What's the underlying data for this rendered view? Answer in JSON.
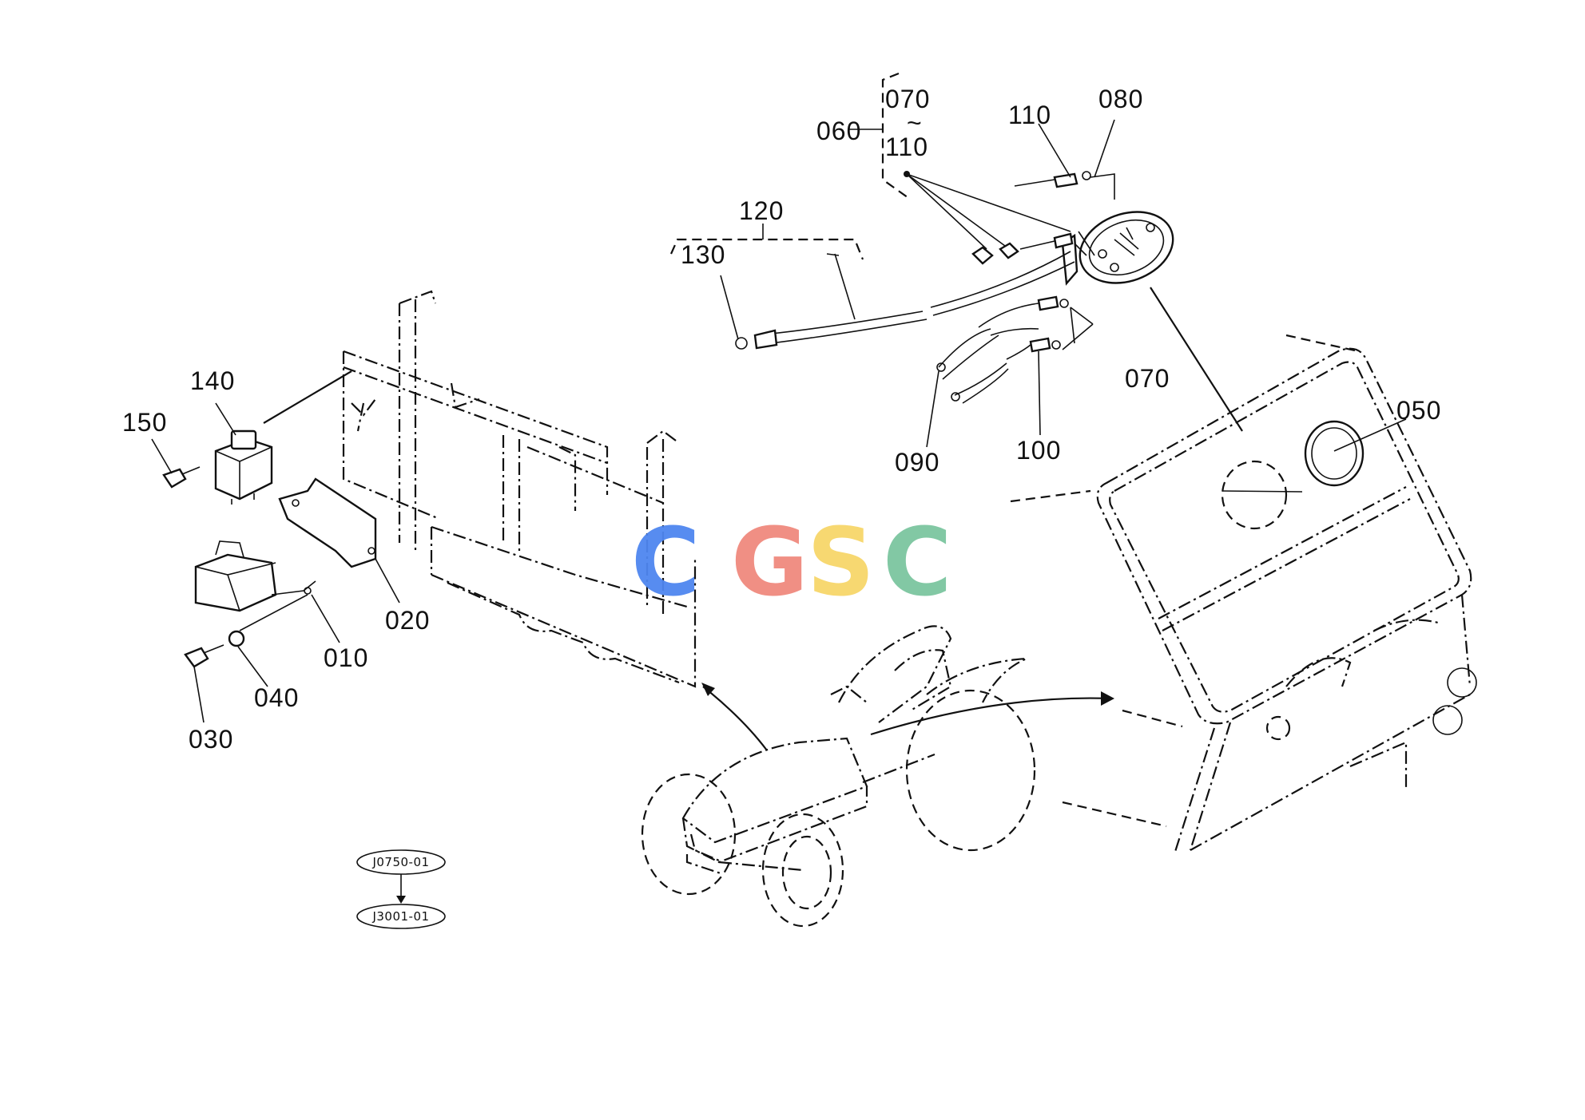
{
  "labels": {
    "p010": "010",
    "p020": "020",
    "p030": "030",
    "p040": "040",
    "p050": "050",
    "p060": "060",
    "p070_top": "070",
    "p070_tilde": "~",
    "p110_group": "110",
    "p070_harness": "070",
    "p080": "080",
    "p090": "090",
    "p100": "100",
    "p110": "110",
    "p120": "120",
    "p130": "130",
    "p140": "140",
    "p150": "150"
  },
  "references": {
    "from": "J0750-01",
    "to": "J3001-01"
  },
  "watermark": {
    "letters": [
      "C",
      "G",
      "S",
      "C"
    ],
    "colors": [
      "#4f86f0",
      "#f08a7e",
      "#f7d66a",
      "#7cc6a0"
    ]
  }
}
